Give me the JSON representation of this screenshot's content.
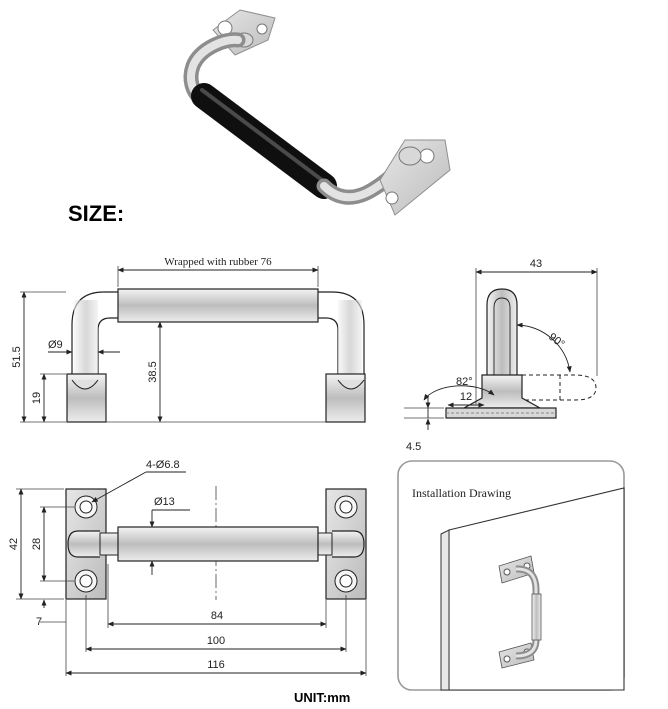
{
  "headings": {
    "size": "SIZE:",
    "unit": "UNIT:mm",
    "installation": "Installation Drawing"
  },
  "front_view": {
    "rubber_label": "Wrapped with rubber 76",
    "height_total": "51.5",
    "height_inner": "38.5",
    "base_height": "19",
    "rod_dia": "Ø9"
  },
  "side_view": {
    "width": "43",
    "angle_fold": "90°",
    "angle_slot": "82°",
    "slot_width": "12",
    "plate_thickness": "4.5"
  },
  "top_view": {
    "holes": "4-Ø6.8",
    "grip_dia": "Ø13",
    "plate_width": "42",
    "hole_spacing": "28",
    "edge_offset": "7",
    "grip_length": "84",
    "hole_pitch": "100",
    "overall_length": "116"
  },
  "colors": {
    "line": "#1a1a1a",
    "rubber": "#1c1c1c",
    "steel": "#c9c9c9",
    "panel_border": "#9a9a9a"
  }
}
